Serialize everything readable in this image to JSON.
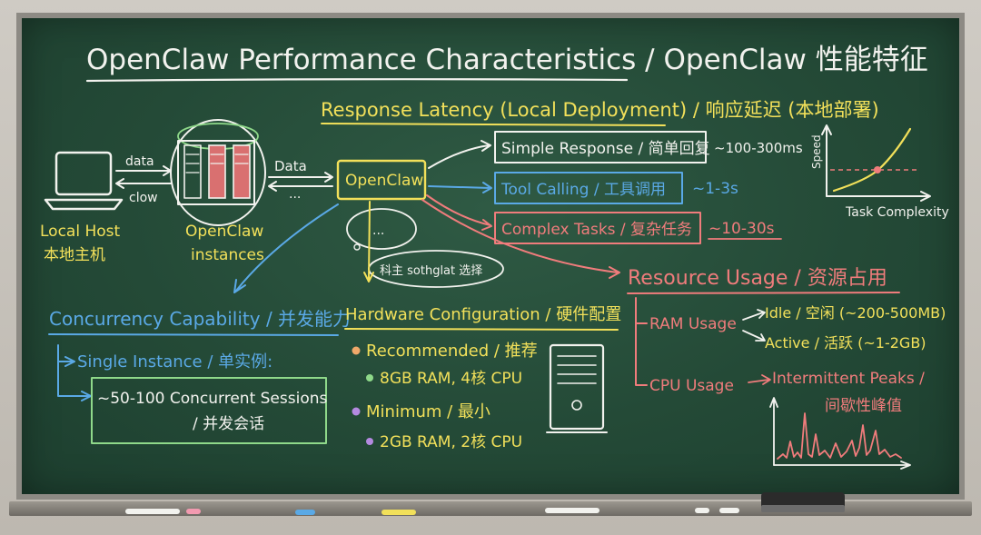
{
  "title": "OpenClaw Performance Characteristics / OpenClaw 性能特征",
  "architecture": {
    "local_host": [
      "Local Host",
      "本地主机"
    ],
    "openclaw_instances": [
      "OpenClaw",
      "instances"
    ],
    "arrow_data_top": "data",
    "arrow_clow": "clow",
    "arrow_data_right": "Data",
    "arrow_dots": "...",
    "openclaw_box": "OpenClaw",
    "bubble_dots": "...",
    "bubble_note": "科主 sothglat 选择"
  },
  "response_latency": {
    "heading": "Response Latency (Local Deployment) / 响应延迟 (本地部署)",
    "items": [
      {
        "label": "Simple Response / 简单回复",
        "value": "~100-300ms",
        "color": "#ffffff"
      },
      {
        "label": "Tool Calling / 工具调用",
        "value": "~1-3s",
        "color": "#5aa9e6"
      },
      {
        "label": "Complex Tasks / 复杂任务",
        "value": "~10-30s",
        "color": "#f07c7c"
      }
    ]
  },
  "speed_chart": {
    "y_label": "Speed",
    "x_label": "Task Complexity"
  },
  "concurrency": {
    "heading": "Concurrency Capability / 并发能力",
    "single_instance": "Single Instance / 单实例:",
    "sessions_line1": "~50-100 Concurrent Sessions",
    "sessions_line2": "/ 并发会话"
  },
  "hardware": {
    "heading": "Hardware Configuration / 硬件配置",
    "recommended": "Recommended / 推荐",
    "recommended_spec": "8GB RAM, 4核 CPU",
    "minimum": "Minimum / 最小",
    "minimum_spec": "2GB RAM, 2核 CPU"
  },
  "resource_usage": {
    "heading": "Resource Usage / 资源占用",
    "ram_label": "RAM Usage",
    "ram_idle": "Idle / 空闲 (~200-500MB)",
    "ram_active": "Active / 活跃 (~1-2GB)",
    "cpu_label": "CPU Usage",
    "cpu_peaks_line1": "Intermittent Peaks /",
    "cpu_peaks_line2": "间歇性峰值"
  },
  "colors": {
    "chalk_white": "#f2f2ee",
    "chalk_yellow": "#f2e05a",
    "chalk_blue": "#5aa9e6",
    "chalk_red": "#f07c7c",
    "chalk_orange": "#f0a86a",
    "chalk_green": "#8fd98a",
    "chalk_purple": "#b48ae0",
    "board_green": "#244a37"
  }
}
